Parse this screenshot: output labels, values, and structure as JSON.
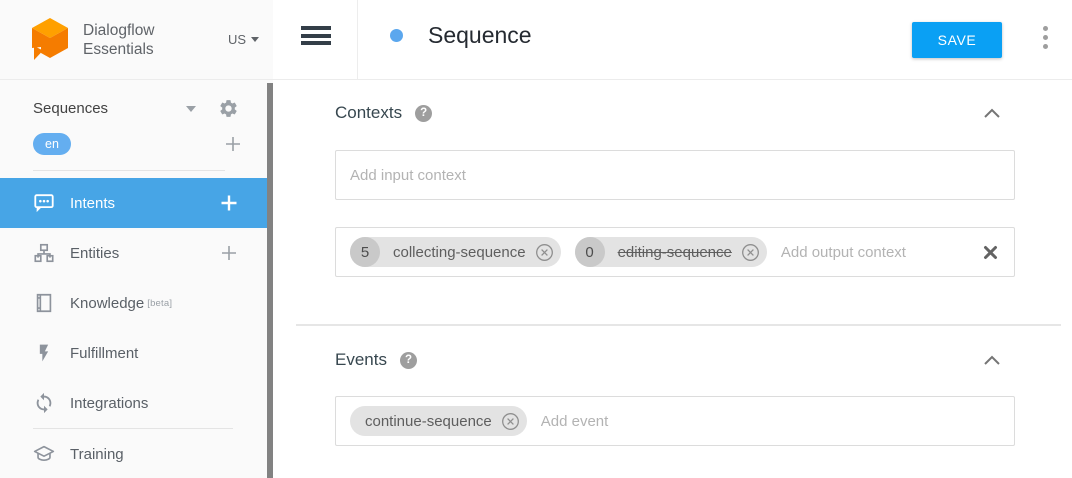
{
  "brand": {
    "line1": "Dialogflow",
    "line2": "Essentials",
    "region": "US"
  },
  "sidebar": {
    "agent_selector": "Sequences",
    "language": "en",
    "items": {
      "intents": "Intents",
      "entities": "Entities",
      "knowledge": "Knowledge",
      "knowledge_badge": "[beta]",
      "fulfillment": "Fulfillment",
      "integrations": "Integrations",
      "training": "Training"
    }
  },
  "header": {
    "title": "Sequence",
    "save": "SAVE"
  },
  "contexts": {
    "title": "Contexts",
    "input_placeholder": "Add input context",
    "output_placeholder": "Add output context",
    "chips": [
      {
        "count": "5",
        "label": "collecting-sequence"
      },
      {
        "count": "0",
        "label": "editing-sequence"
      }
    ]
  },
  "events": {
    "title": "Events",
    "placeholder": "Add event",
    "chips": [
      {
        "label": "continue-sequence"
      }
    ]
  },
  "icons": {
    "help_glyph": "?"
  },
  "colors": {
    "selected_blue": "#47a5e6",
    "save_blue": "#0aa0f4",
    "lang_blue": "#64aef0",
    "logo_orange": "#F57C00"
  }
}
